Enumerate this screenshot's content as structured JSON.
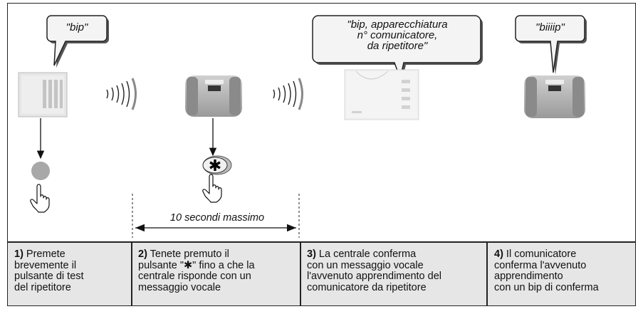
{
  "bubbles": {
    "b1": "\"bip\"",
    "b2": "\"bip, apparecchiatura\nn° comunicatore,\nda ripetitore\"",
    "b3": "\"biiiip\""
  },
  "button_symbol": "✱",
  "duration_label": "10 secondi massimo",
  "steps": [
    {
      "num": "1)",
      "text": " Premete\nbrevemente il\npulsante di test\ndel ripetitore"
    },
    {
      "num": "2)",
      "text": " Tenete premuto il\npulsante \"✱\" fino a che la\ncentrale risponde con un\nmessaggio vocale"
    },
    {
      "num": "3)",
      "text": " La centrale conferma\ncon un messaggio vocale\nl'avvenuto apprendimento del\ncomunicatore da ripetitore"
    },
    {
      "num": "4)",
      "text": " Il comunicatore\nconferma l'avvenuto\napprendimento\ncon un bip di conferma"
    }
  ],
  "icons": [
    "repeater-device",
    "radio-waves-icon",
    "control-panel-device",
    "communicator-device",
    "button-press-hand-icon"
  ],
  "colors": {
    "band": "#e6e6e6",
    "device": "#b8b8b8",
    "line": "#222222"
  }
}
